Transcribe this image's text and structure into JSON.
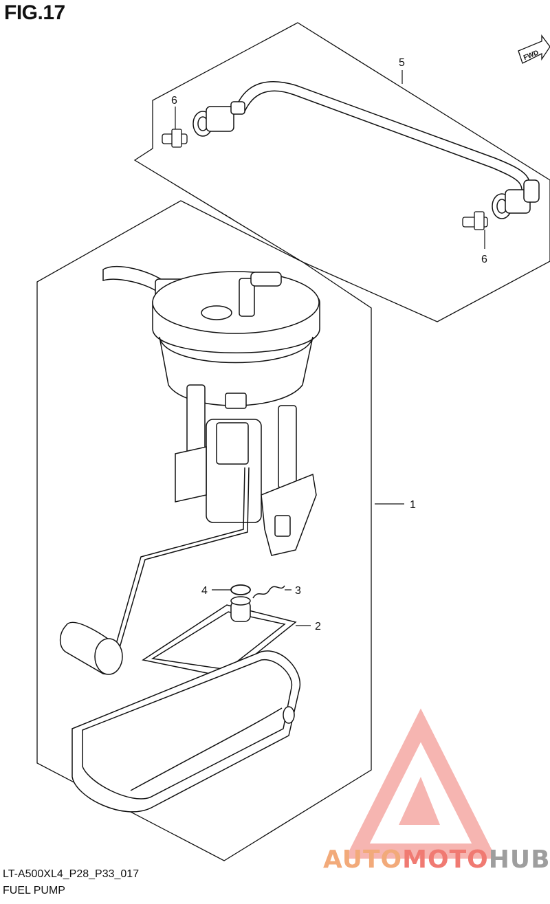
{
  "figure": {
    "title": "FIG.17"
  },
  "callouts": {
    "c1": "1",
    "c2": "2",
    "c3": "3",
    "c4": "4",
    "c5": "5",
    "c6a": "6",
    "c6b": "6"
  },
  "direction_label": "FWD",
  "drawing_code": "LT-A500XL4_P28_P33_017",
  "caption": "FUEL PUMP",
  "watermark": {
    "part1": "AUTO",
    "part2": "MOTO",
    "part3": "HUB"
  },
  "colors": {
    "line": "#111111",
    "watermark_orange": "#f2aa7a",
    "watermark_red": "#f07a72",
    "watermark_gray": "#9e9e9e"
  }
}
